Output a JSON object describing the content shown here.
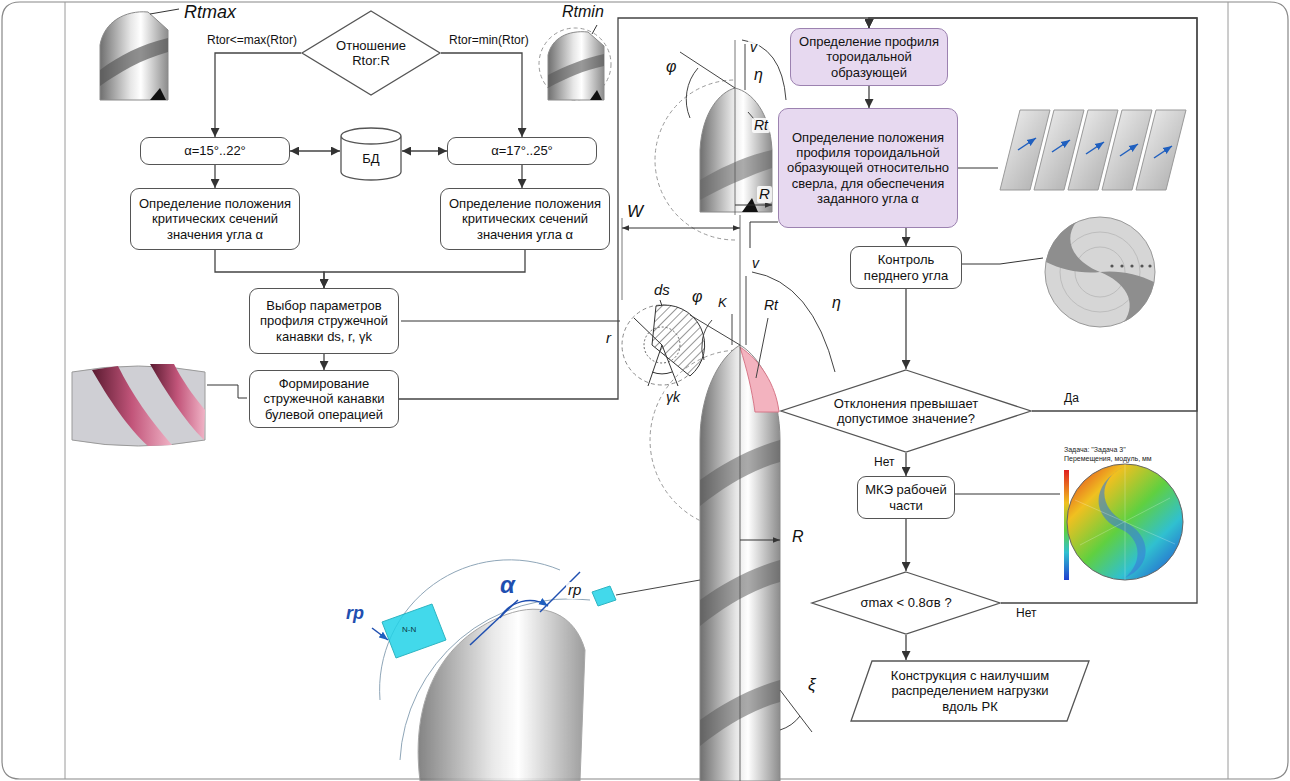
{
  "diagram": {
    "nodes": [
      {
        "text": [
          "Отношение Rtor:R"
        ]
      },
      {
        "text": [
          "α=15°..22°"
        ]
      },
      {
        "text": [
          "БД"
        ]
      },
      {
        "text": [
          "α=17°..25°"
        ]
      },
      {
        "text": [
          "Определение положения критических сечений значения угла α"
        ]
      },
      {
        "text": [
          "Определение положения критических сечений значения угла α"
        ]
      },
      {
        "text": [
          "Выбор параметров профиля стружечной канавки ds, r, γk"
        ]
      },
      {
        "text": [
          "Формирование стружечной канавки булевой операцией"
        ]
      },
      {
        "text": [
          "Определение профиля тороидальной образующей"
        ]
      },
      {
        "text": [
          "Определение положения профиля тороидальной образующей относительно сверла, для обеспечения заданного угла α"
        ]
      },
      {
        "text": [
          "Контроль перднего угла"
        ]
      },
      {
        "text": [
          "Отклонения превышает допустимое значение?"
        ]
      },
      {
        "text": [
          "МКЭ рабочей части"
        ]
      },
      {
        "text": [
          "σmax < 0.8σв ?"
        ]
      },
      {
        "text": [
          "Конструкция с наилучшим распределением нагрузки вдоль РК"
        ]
      }
    ],
    "edges": [
      {
        "from": 0,
        "to": 1,
        "arrow": "to",
        "label": "Rtor<=max(Rtor)"
      },
      {
        "from": 0,
        "to": 3,
        "arrow": "to",
        "label": "Rtor=min(Rtor)"
      },
      {
        "from": 1,
        "to": 2,
        "arrow": "both"
      },
      {
        "from": 2,
        "to": 3,
        "arrow": "both"
      },
      {
        "from": 1,
        "to": 4,
        "arrow": "to"
      },
      {
        "from": 3,
        "to": 5,
        "arrow": "to"
      },
      {
        "from": 4,
        "to": 6,
        "arrow": "to"
      },
      {
        "from": 5,
        "to": 6,
        "arrow": "to"
      },
      {
        "from": 6,
        "to": 7,
        "arrow": "to"
      },
      {
        "from": 7,
        "to": 8,
        "arrow": "to"
      },
      {
        "from": 8,
        "to": 9,
        "arrow": "to"
      },
      {
        "from": 9,
        "to": 10,
        "arrow": "to"
      },
      {
        "from": 10,
        "to": 11,
        "arrow": "to"
      },
      {
        "from": 11,
        "to": 12,
        "arrow": "to",
        "label": "Нет"
      },
      {
        "from": 11,
        "to": 8,
        "arrow": "to",
        "label": "Да"
      },
      {
        "from": 12,
        "to": 13,
        "arrow": "to"
      },
      {
        "from": 13,
        "to": 14,
        "arrow": "to"
      },
      {
        "from": 13,
        "to": 8,
        "arrow": "to",
        "label": "Нет"
      }
    ],
    "labels": [
      "Rtmax",
      "Rtmin",
      "φ",
      "v",
      "η",
      "Rt",
      "R",
      "ds",
      "r",
      "γk",
      "W",
      "φ",
      "v",
      "K",
      "Rt",
      "η",
      "R",
      "Задача: \"Задача 3\"",
      "Перемещения, модуль, мм",
      "α",
      "rp",
      "rp",
      "N-N",
      "ξ"
    ]
  }
}
